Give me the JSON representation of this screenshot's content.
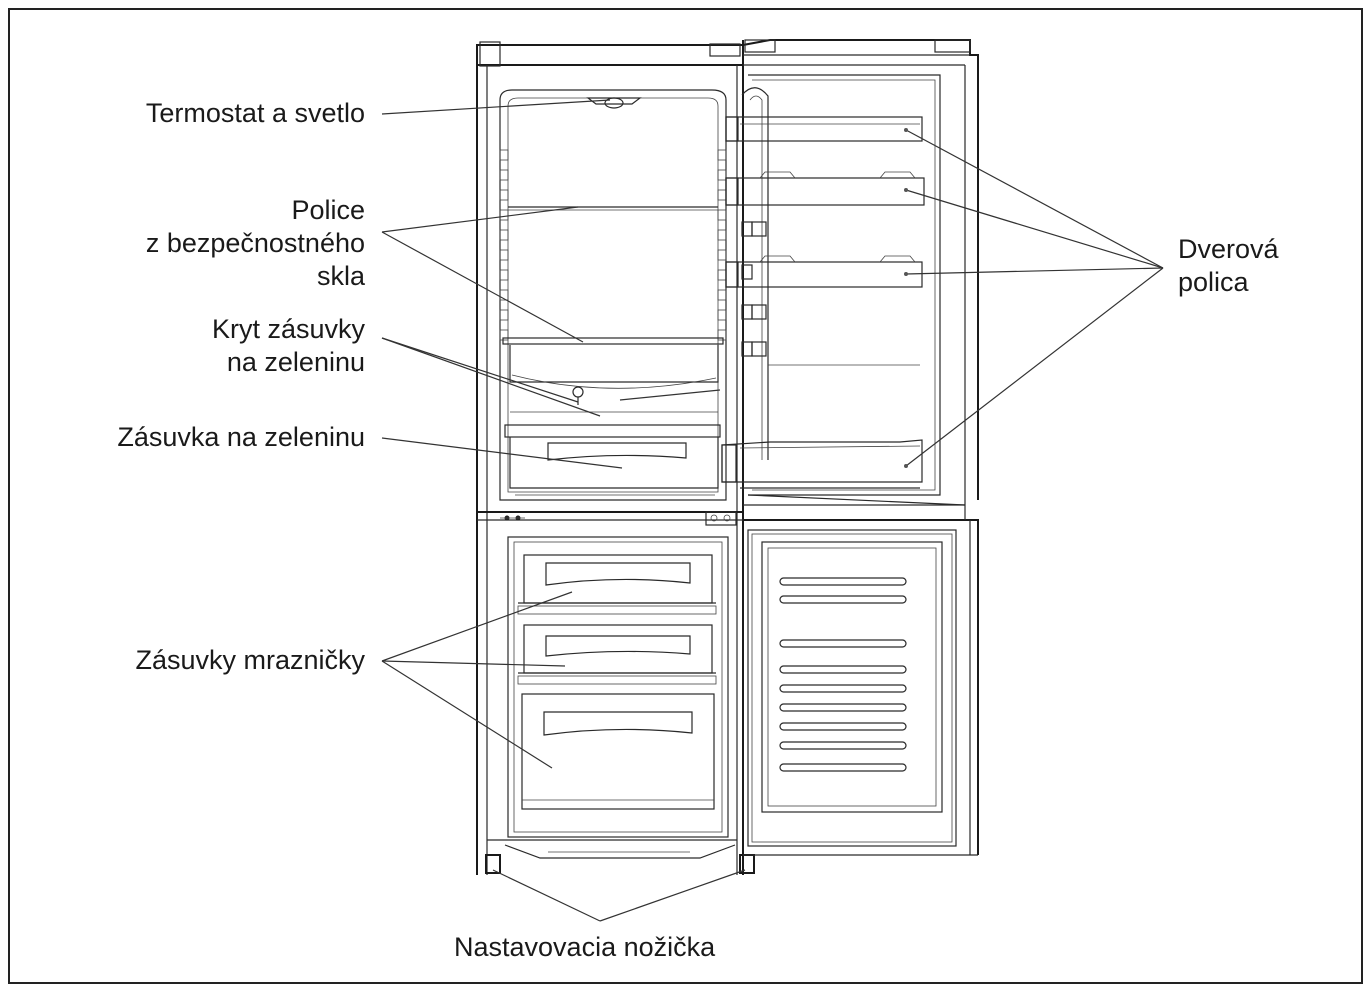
{
  "labels": {
    "thermostat": "Termostat a svetlo",
    "shelves_line1": "Police",
    "shelves_line2": "z bezpečnostného",
    "shelves_line3": "skla",
    "crisper_cover_line1": "Kryt zásuvky",
    "crisper_cover_line2": "na zeleninu",
    "crisper": "Zásuvka na zeleninu",
    "freezer_drawers": "Zásuvky mrazničky",
    "door_shelf_line1": "Dverová",
    "door_shelf_line2": "polica",
    "feet": "Nastavovacia nožička"
  }
}
